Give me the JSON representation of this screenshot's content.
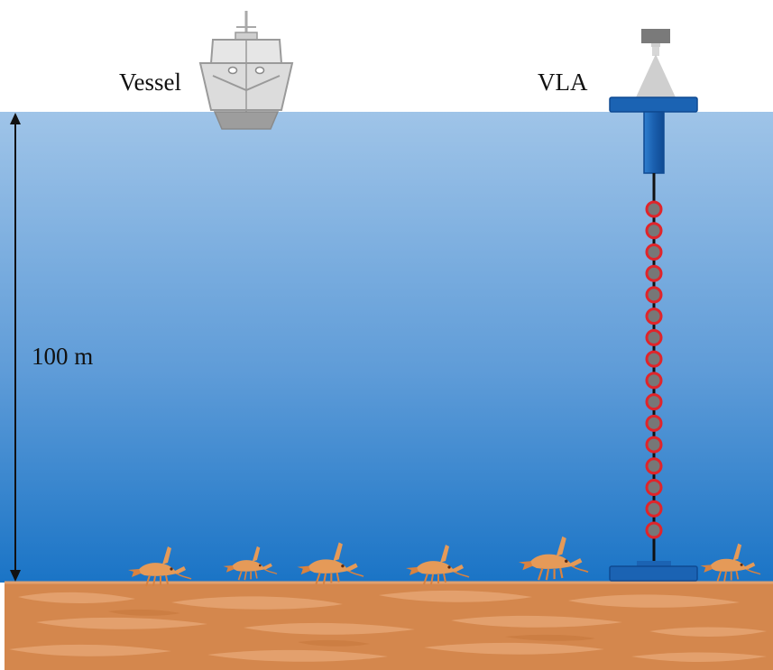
{
  "labels": {
    "vessel": "Vessel",
    "vla": "VLA",
    "depth": "100 m"
  },
  "icons": {
    "vessel": "ship-icon",
    "buoy": "surface-buoy-icon",
    "hydrophone": "hydrophone-icon",
    "shrimp": "shrimp-icon"
  },
  "array": {
    "hydrophone_count": 16
  },
  "colors": {
    "water_top": "#9fc4e8",
    "water_bottom": "#1a74c6",
    "seabed": "#d7894e",
    "vla_frame": "#1b63b3",
    "hydrophone_ring": "#e0242a",
    "hydrophone_fill": "#777777",
    "shrimp": "#e49a5a"
  }
}
